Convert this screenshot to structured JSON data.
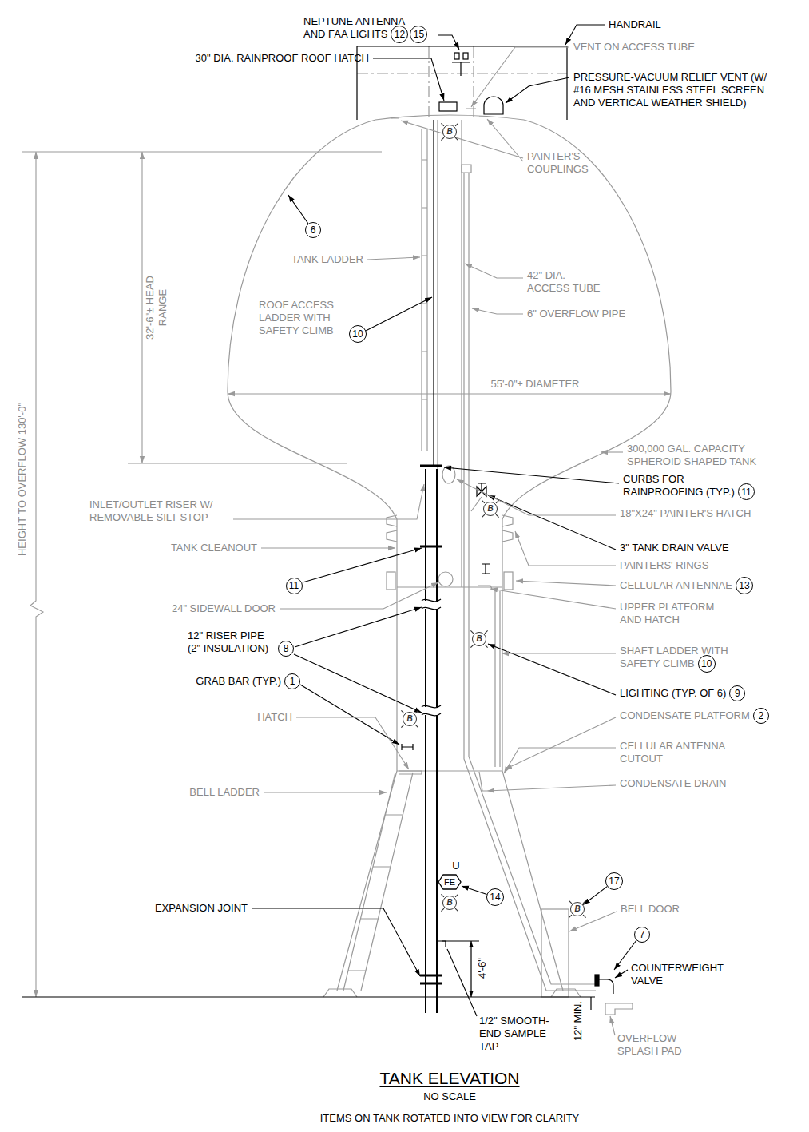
{
  "diagram": {
    "title": "TANK ELEVATION",
    "caption": "ITEMS ON TANK ROTATED INTO VIEW FOR CLARITY",
    "nodes": [
      {
        "text": [
          "12"
        ]
      },
      {
        "text": [
          "15"
        ]
      },
      {
        "text": [
          "B"
        ]
      },
      {
        "text": [
          "6"
        ]
      },
      {
        "text": [
          "10"
        ]
      },
      {
        "text": [
          "11"
        ]
      },
      {
        "text": [
          "B"
        ]
      },
      {
        "text": [
          "13"
        ]
      },
      {
        "text": [
          "11"
        ]
      },
      {
        "text": [
          "B"
        ]
      },
      {
        "text": [
          "8"
        ]
      },
      {
        "text": [
          "10"
        ]
      },
      {
        "text": [
          "1"
        ]
      },
      {
        "text": [
          "9"
        ]
      },
      {
        "text": [
          "2"
        ]
      },
      {
        "text": [
          "B"
        ]
      },
      {
        "text": [
          "17"
        ]
      },
      {
        "text": [
          "FE"
        ]
      },
      {
        "text": [
          "14"
        ]
      },
      {
        "text": [
          "B"
        ]
      },
      {
        "text": [
          "B"
        ]
      },
      {
        "text": [
          "7"
        ]
      }
    ],
    "edges": [
      {
        "from": 18,
        "to": 17,
        "arrow": "to"
      },
      {
        "from": 16,
        "to": 20,
        "arrow": "to"
      }
    ],
    "labels": [
      "NEPTUNE ANTENNA AND FAA LIGHTS",
      "HANDRAIL",
      "VENT ON ACCESS TUBE",
      "30\" DIA. RAINPROOF ROOF HATCH",
      "PRESSURE-VACUUM RELIEF VENT (W/ #16 MESH STAINLESS STEEL SCREEN AND VERTICAL WEATHER SHIELD)",
      "PAINTER'S COUPLINGS",
      "32'-6\"± HEAD RANGE",
      "HEIGHT TO OVERFLOW 130'-0\"",
      "TANK LADDER",
      "42\" DIA. ACCESS TUBE",
      "ROOF ACCESS LADDER WITH SAFETY CLIMB",
      "6\" OVERFLOW PIPE",
      "55'-0\"± DIAMETER",
      "300,000 GAL. CAPACITY SPHEROID SHAPED TANK",
      "CURBS FOR RAINPROOFING (TYP.)",
      "INLET/OUTLET RISER W/ REMOVABLE SILT STOP",
      "18\"X24\" PAINTER'S HATCH",
      "TANK CLEANOUT",
      "3\" TANK DRAIN VALVE",
      "PAINTERS' RINGS",
      "CELLULAR ANTENNAE",
      "24\" SIDEWALL DOOR",
      "UPPER PLATFORM AND HATCH",
      "12\" RISER PIPE (2\" INSULATION)",
      "SHAFT LADDER WITH SAFETY CLIMB",
      "GRAB BAR (TYP.)",
      "LIGHTING (TYP. OF 6)",
      "HATCH",
      "CONDENSATE PLATFORM",
      "CELLULAR ANTENNA CUTOUT",
      "CONDENSATE DRAIN",
      "BELL LADDER",
      "U",
      "BELL DOOR",
      "EXPANSION JOINT",
      "4'-6\"",
      "COUNTERWEIGHT VALVE",
      "1/2\" SMOOTH-END SAMPLE TAP",
      "12\" MIN.",
      "OVERFLOW SPLASH PAD",
      "NO SCALE"
    ]
  }
}
